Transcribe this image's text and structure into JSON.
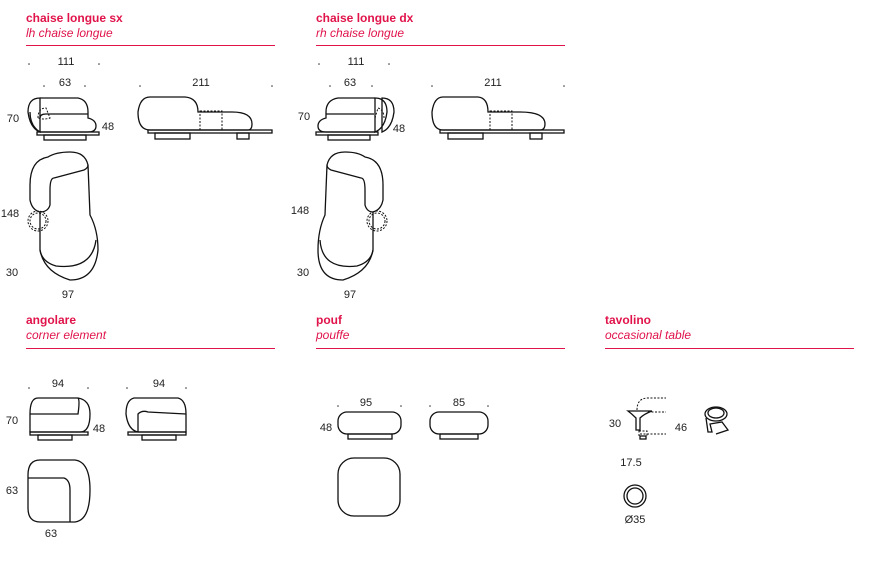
{
  "colors": {
    "accent": "#e0134a"
  },
  "sections": {
    "sx": {
      "title": "chaise longue sx",
      "subtitle": "lh chaise longue",
      "dims": {
        "w_total": "111",
        "w_seat": "63",
        "len": "211",
        "h": "70",
        "seat_h": "48",
        "depth": "148",
        "arm": "30",
        "w_plan": "97"
      }
    },
    "dx": {
      "title": "chaise longue dx",
      "subtitle": "rh chaise longue",
      "dims": {
        "w_total": "111",
        "w_seat": "63",
        "len": "211",
        "h": "70",
        "seat_h": "48",
        "depth": "148",
        "arm": "30",
        "w_plan": "97"
      }
    },
    "angolare": {
      "title": "angolare",
      "subtitle": "corner element",
      "dims": {
        "w1": "94",
        "w2": "94",
        "h": "70",
        "seat_h": "48",
        "depth": "63",
        "w_plan": "63"
      }
    },
    "pouf": {
      "title": "pouf",
      "subtitle": "pouffe",
      "dims": {
        "w": "95",
        "d": "85",
        "h": "48"
      }
    },
    "tavolino": {
      "title": "tavolino",
      "subtitle": "occasional table",
      "dims": {
        "h_low": "30",
        "h_high": "46",
        "base": "17.5",
        "diam": "Ø35"
      }
    }
  }
}
